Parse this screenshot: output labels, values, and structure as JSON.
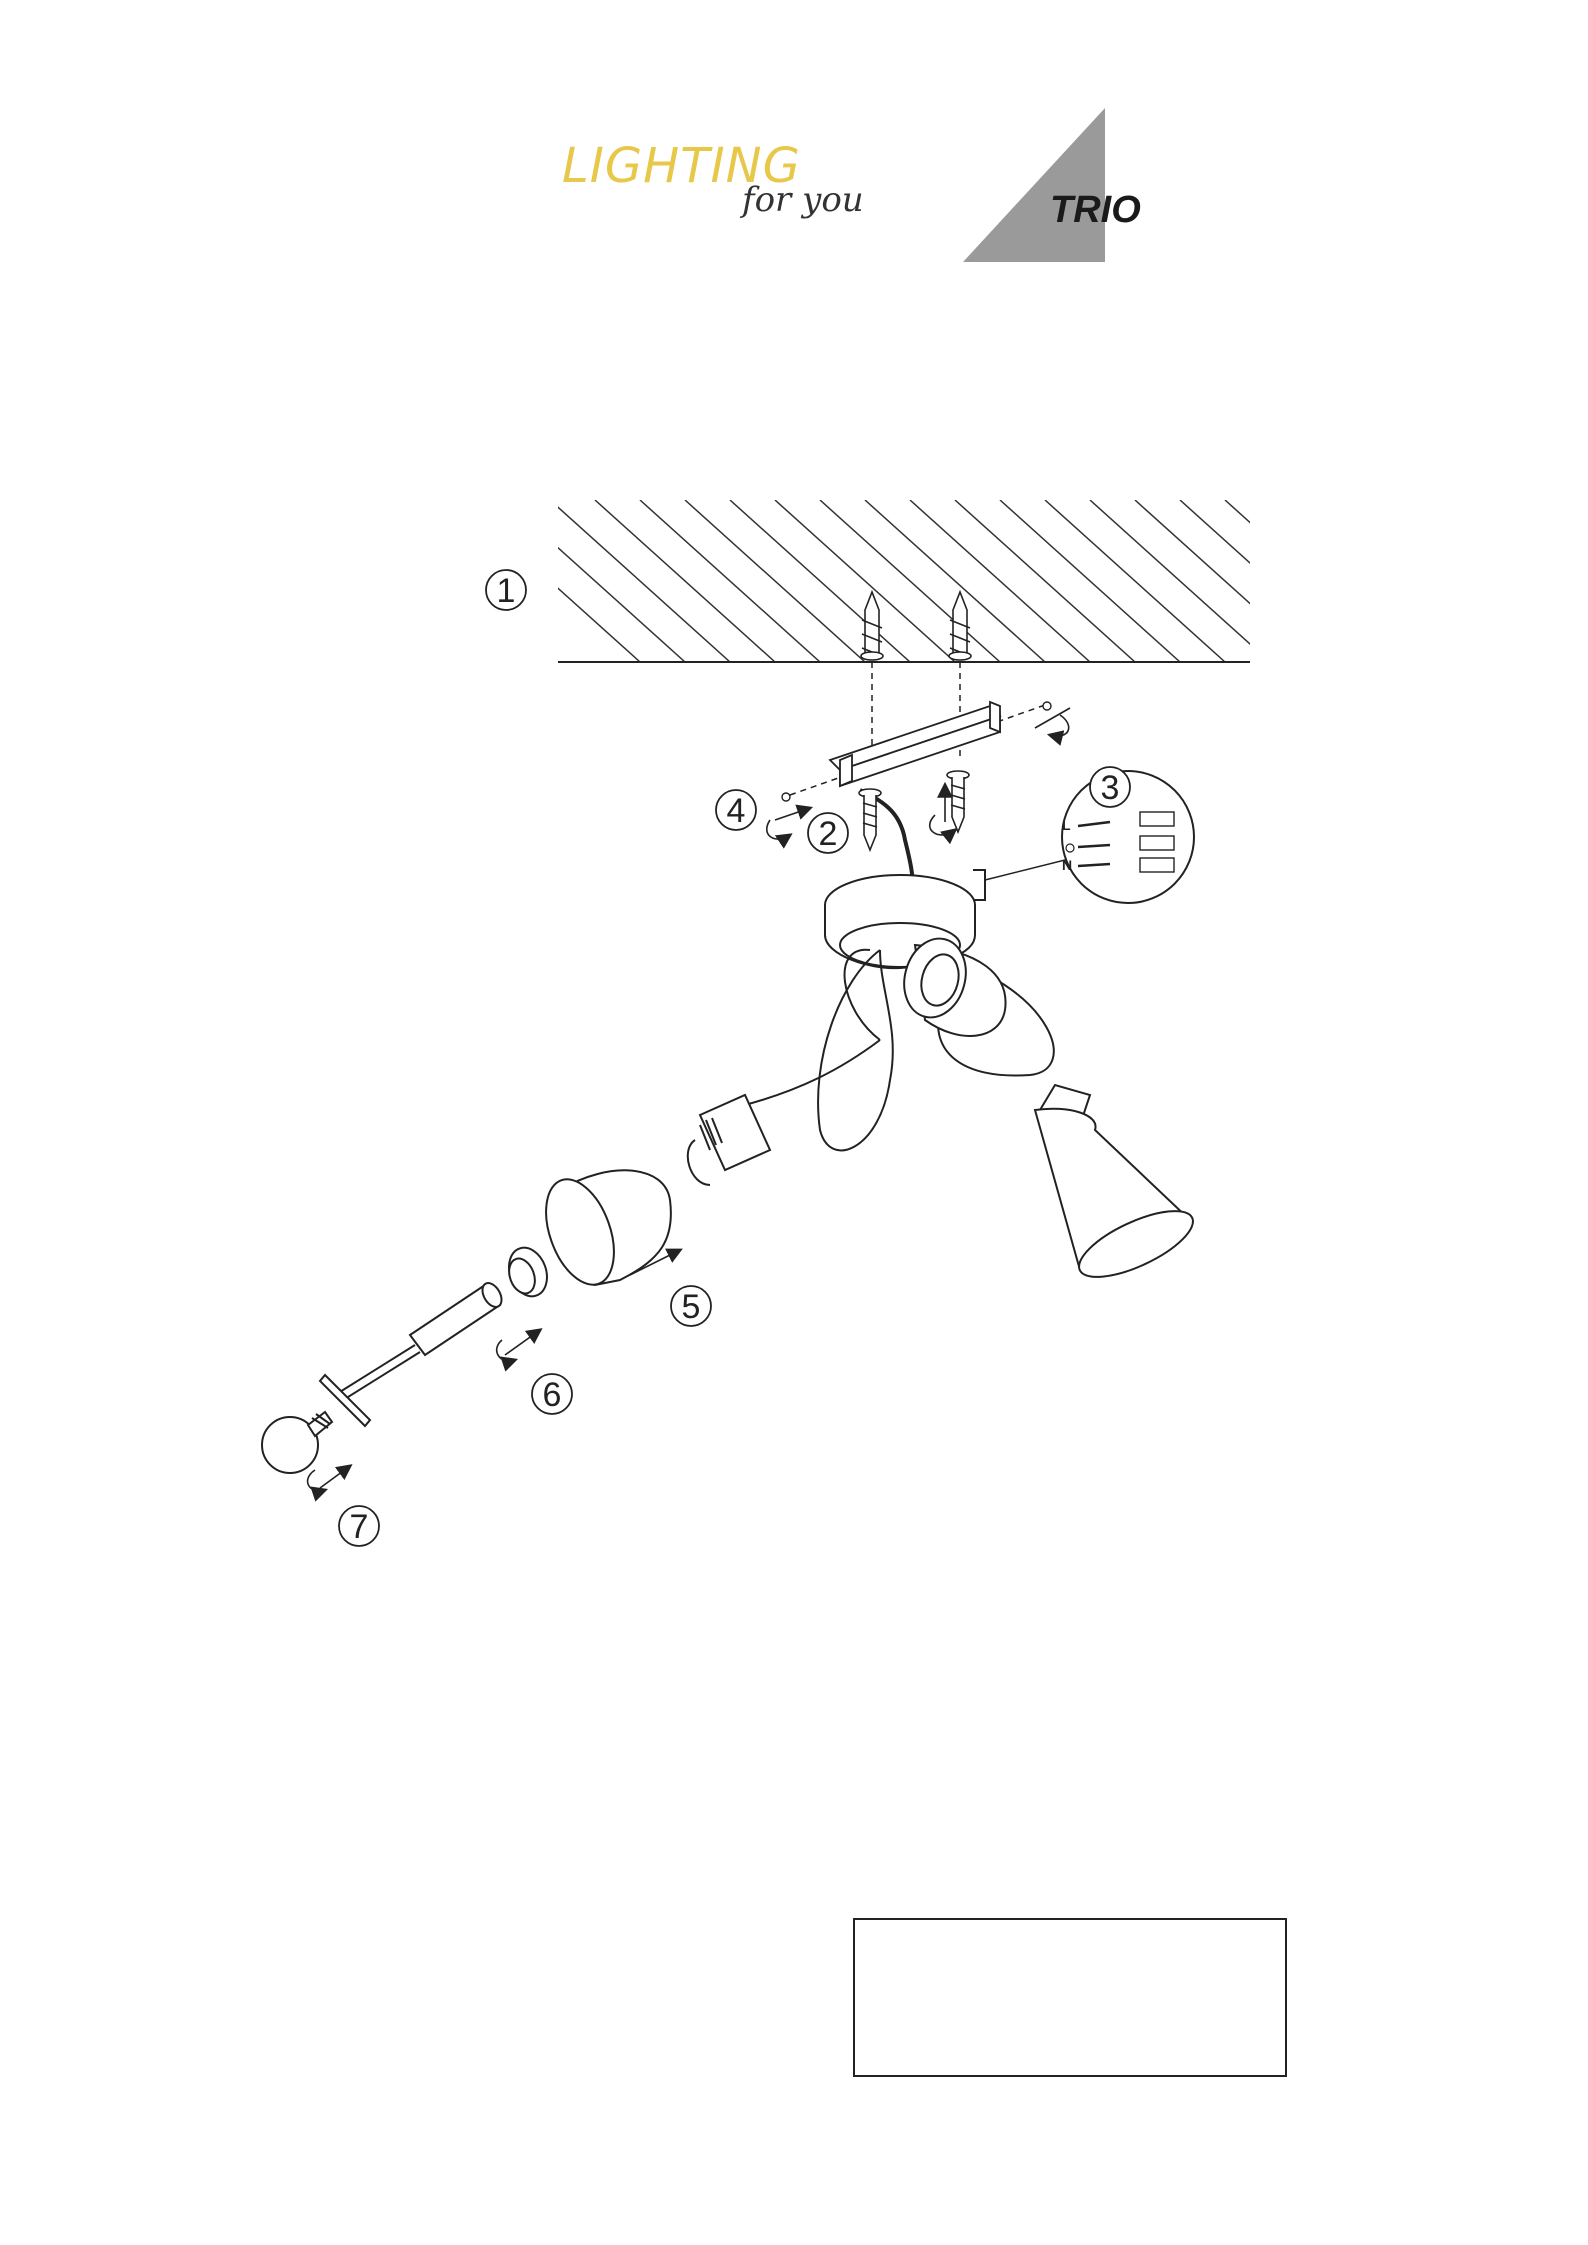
{
  "branding": {
    "lighting": "LIGHTING",
    "for_you": "for you",
    "trio": "TRIO"
  },
  "steps": [
    "1",
    "2",
    "3",
    "4",
    "5",
    "6",
    "7"
  ],
  "terminal_labels": [
    "L",
    "N"
  ],
  "colors": {
    "lighting_yellow": "#e8c84a",
    "logo_gray": "#9a9a9a",
    "line": "#222222"
  }
}
